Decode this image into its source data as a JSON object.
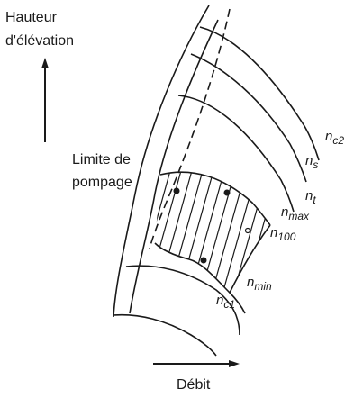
{
  "labels": {
    "y_axis_line1": "Hauteur",
    "y_axis_line2": "d'élévation",
    "surge_line1": "Limite de",
    "surge_line2": "pompage",
    "x_axis": "Débit"
  },
  "speed_curves": [
    {
      "name": "n",
      "sub": "c2"
    },
    {
      "name": "n",
      "sub": "s"
    },
    {
      "name": "n",
      "sub": "t"
    },
    {
      "name": "n",
      "sub": "max"
    },
    {
      "name": "n",
      "sub": "100"
    },
    {
      "name": "n",
      "sub": "min"
    },
    {
      "name": "n",
      "sub": "c1"
    }
  ]
}
